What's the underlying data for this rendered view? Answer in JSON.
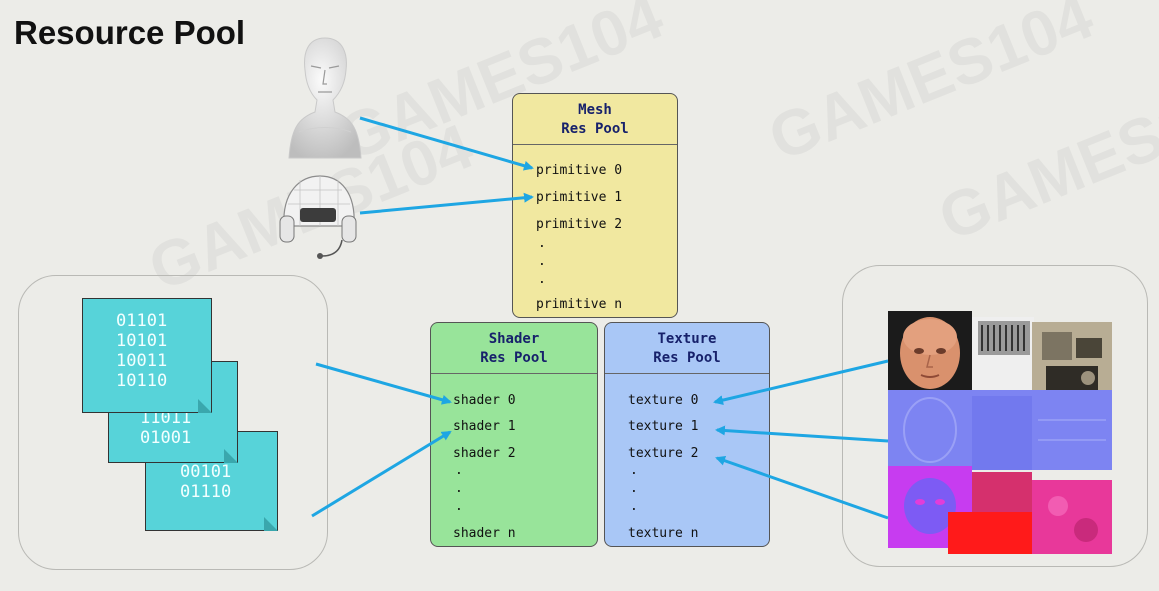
{
  "title": "Resource Pool",
  "mesh_pool": {
    "header_line1": "Mesh",
    "header_line2": "Res Pool",
    "entries": [
      "primitive 0",
      "primitive 1",
      "primitive 2",
      "primitive n"
    ]
  },
  "shader_pool": {
    "header_line1": "Shader",
    "header_line2": "Res Pool",
    "entries": [
      "shader 0",
      "shader 1",
      "shader 2",
      "shader n"
    ]
  },
  "texture_pool": {
    "header_line1": "Texture",
    "header_line2": "Res Pool",
    "entries": [
      "texture 0",
      "texture 1",
      "texture 2",
      "texture n"
    ]
  },
  "shader_docs": {
    "doc1": [
      "01101",
      "10101",
      "10011",
      "10110"
    ],
    "doc2": [
      "11011",
      "01001"
    ],
    "doc3": [
      "00101",
      "01110"
    ]
  },
  "watermark": "GAMES104",
  "colors": {
    "mesh_pool": "#f1e8a0",
    "shader_pool": "#98e49a",
    "texture_pool": "#a9c7f6",
    "arrow": "#1ea6e3",
    "doc": "#57d3d9"
  },
  "icons": {
    "mesh_items": [
      "human-head-mesh-icon",
      "helmet-mesh-icon"
    ],
    "texture_items": [
      "face-texture-icon",
      "normal-map-icon",
      "noise-texture-icon"
    ]
  }
}
